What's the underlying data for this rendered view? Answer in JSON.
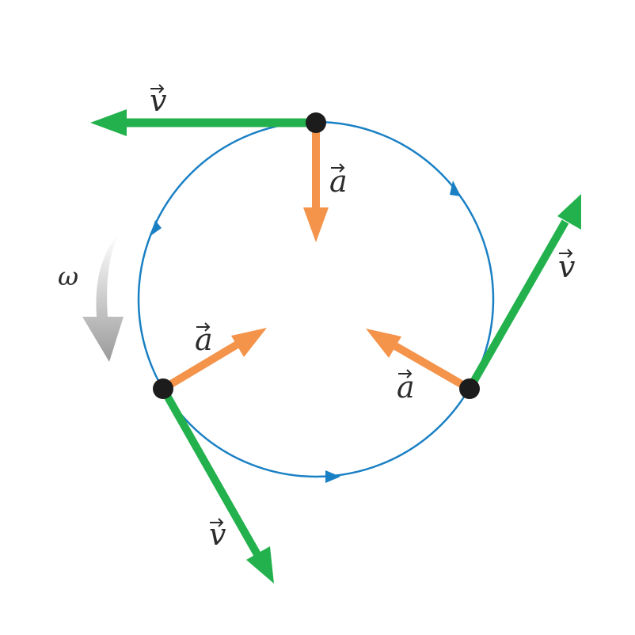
{
  "diagram": {
    "angular_velocity_label": "ω",
    "vector_symbols": {
      "velocity": "v",
      "acceleration": "a"
    },
    "particles": [
      {
        "position": "top",
        "velocity_label": "v",
        "acceleration_label": "a"
      },
      {
        "position": "lower-left",
        "velocity_label": "v",
        "acceleration_label": "a"
      },
      {
        "position": "lower-right",
        "velocity_label": "v",
        "acceleration_label": "a"
      }
    ],
    "colors": {
      "circle": "#1a80c4",
      "velocity": "#22b14c",
      "acceleration": "#f4934a",
      "particle": "#1c1c1c",
      "rotation_arrow": "#a6a6a6"
    }
  }
}
